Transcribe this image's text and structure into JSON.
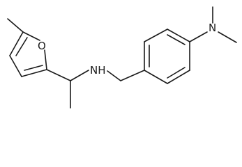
{
  "molecule": {
    "atoms": {
      "furan_oxygen": "O",
      "amine": "NH",
      "dimethylamino_nitrogen": "N"
    }
  },
  "colors": {
    "bond": "#1a1a1a",
    "label": "#1a1a1a",
    "background": "#ffffff"
  }
}
